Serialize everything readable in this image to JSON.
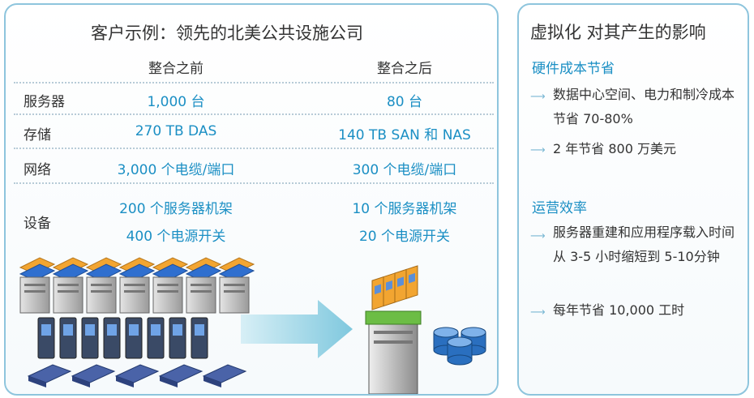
{
  "left": {
    "title": "客户示例：领先的北美公共设施公司",
    "columns": [
      "整合之前",
      "整合之后"
    ],
    "rows": [
      {
        "label": "服务器",
        "before": [
          "1,000 台"
        ],
        "after": [
          "80 台"
        ]
      },
      {
        "label": "存储",
        "before": [
          "270 TB DAS"
        ],
        "after": [
          "140 TB SAN 和 NAS"
        ]
      },
      {
        "label": "网络",
        "before": [
          "3,000 个电缆/端口"
        ],
        "after": [
          "300 个电缆/端口"
        ]
      },
      {
        "label": "设备",
        "before": [
          "200 个服务器机架",
          "400 个电源开关"
        ],
        "after": [
          "10 个服务器机架",
          "20 个电源开关"
        ]
      }
    ]
  },
  "right": {
    "title": "虚拟化 对其产生的影响",
    "sections": [
      {
        "heading": "硬件成本节省",
        "bullets": [
          "数据中心空间、电力和制冷成本节省 70-80%",
          "2 年节省 800 万美元"
        ]
      },
      {
        "heading": "运营效率",
        "bullets": [
          "服务器重建和应用程序载入时间从 3-5 小时缩短到 5-10分钟",
          "每年节省 10,000 工时"
        ]
      }
    ]
  },
  "colors": {
    "accent": "#1b8fc4",
    "border": "#8ec5dd",
    "arrow": "#8fd0e4",
    "server": "#c9c9c9",
    "orange": "#f2a531"
  }
}
